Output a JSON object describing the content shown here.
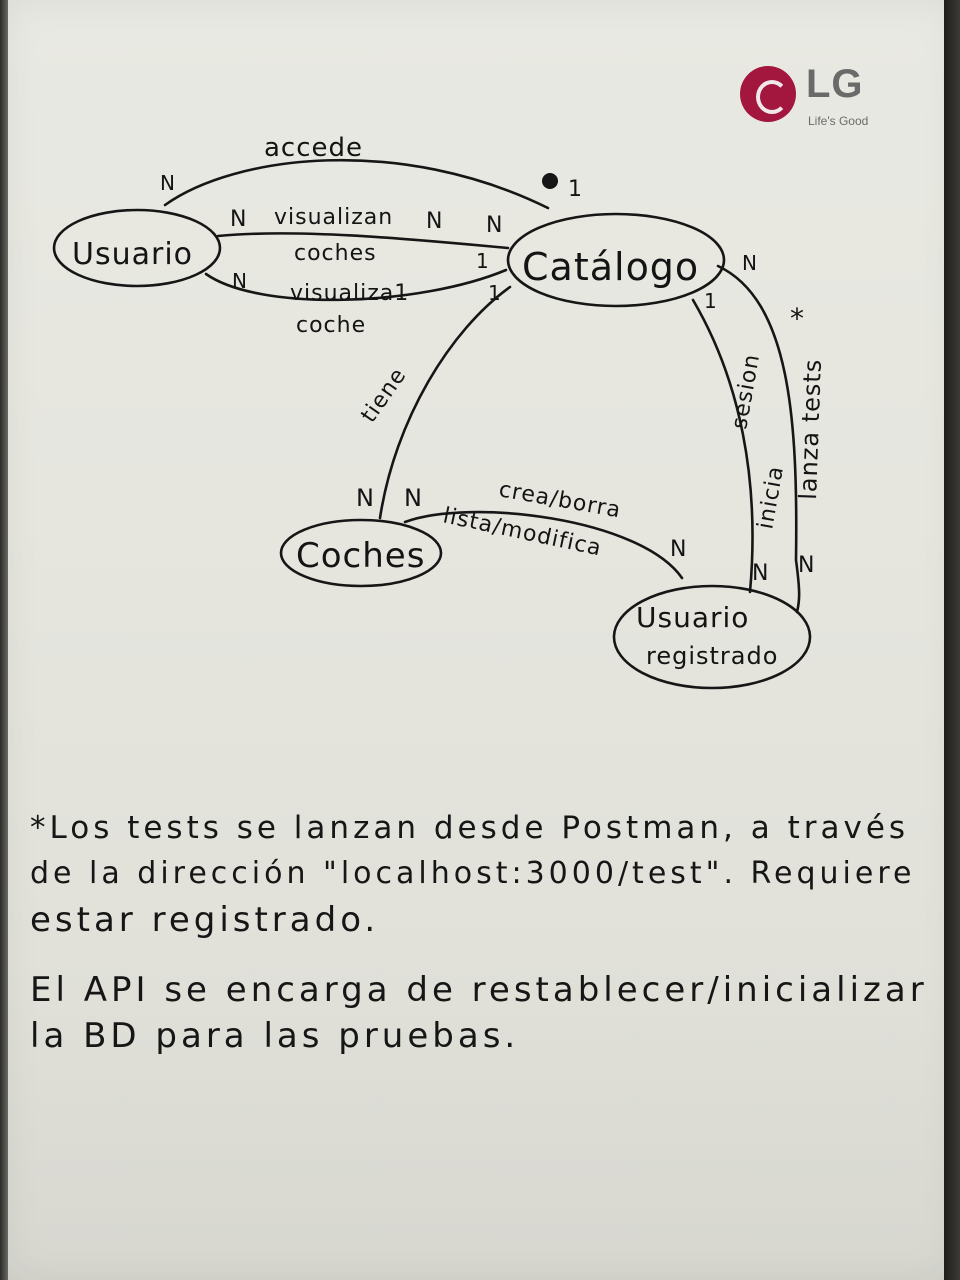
{
  "brand": {
    "logo_text": "LG",
    "tagline": "Life's Good",
    "color": "#a3173f"
  },
  "diagram": {
    "nodes": {
      "usuario": "Usuario",
      "catalogo": "Catálogo",
      "coches": "Coches",
      "registrado_l1": "Usuario",
      "registrado_l2": "registrado"
    },
    "edges": {
      "accede": "accede",
      "accede_n": "N",
      "accede_1": "1",
      "visualizan_l1": "visualizan",
      "visualizan_l2": "coches",
      "visualizan_n_left": "N",
      "visualizan_n_right": "N",
      "visualizan_n_cat": "N",
      "visualiza1_l1": "visualiza1",
      "visualiza1_l2": "coche",
      "visualiza1_n": "N",
      "visualiza1_1": "1",
      "visualiza1_1b": "1",
      "tiene": "tiene",
      "tiene_n": "N",
      "crea_l1": "crea/borra",
      "crea_l2": "lista/modifica",
      "crea_n_coches": "N",
      "crea_n_reg": "N",
      "inicia_l1": "inicia",
      "inicia_l2": "sesion",
      "inicia_1": "1",
      "inicia_n": "N",
      "tests_label": "lanza tests",
      "tests_star": "*",
      "tests_n_cat": "N",
      "tests_n_reg": "N"
    }
  },
  "notes": {
    "note1_l1": "*Los tests se lanzan desde Postman, a través",
    "note1_l2": "de la dirección \"localhost:3000/test\". Requiere",
    "note1_l3": "estar registrado.",
    "note2_l1": "El API se encarga de restablecer/inicializar",
    "note2_l2": "la BD para las pruebas."
  }
}
